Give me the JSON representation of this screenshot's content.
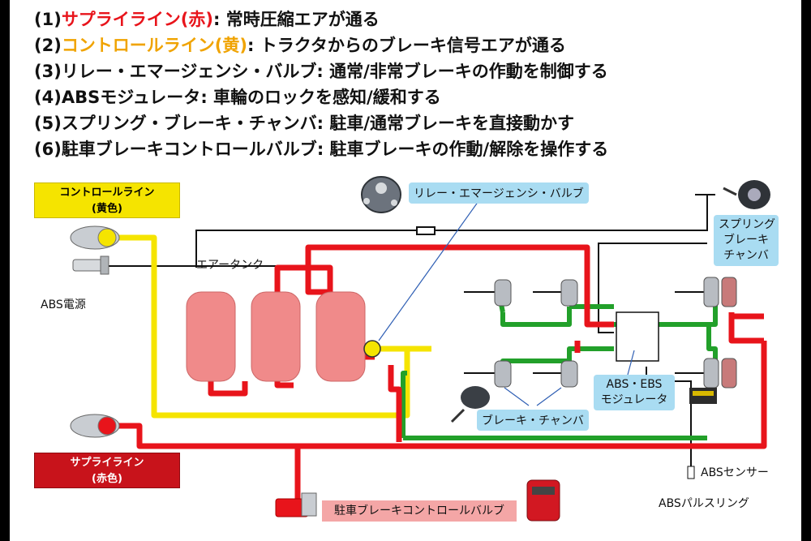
{
  "legend": [
    {
      "num": "(1)",
      "name": "サプライライン(赤)",
      "name_color": "#e8141b",
      "desc": ": 常時圧縮エアが通る"
    },
    {
      "num": "(2)",
      "name": "コントロールライン(黄)",
      "name_color": "#f0a300",
      "desc": ": トラクタからのブレーキ信号エアが通る"
    },
    {
      "num": "(3)",
      "name": "リレー・エマージェンシ・バルブ",
      "name_color": "#111111",
      "desc": ": 通常/非常ブレーキの作動を制御する"
    },
    {
      "num": "(4)",
      "name": "ABSモジュレータ",
      "name_color": "#111111",
      "desc": ": 車輪のロックを感知/緩和する"
    },
    {
      "num": "(5)",
      "name": "スプリング・ブレーキ・チャンバ",
      "name_color": "#111111",
      "desc": ": 駐車/通常ブレーキを直接動かす"
    },
    {
      "num": "(6)",
      "name": "駐車ブレーキコントロールバルブ",
      "name_color": "#111111",
      "desc": ": 駐車ブレーキの作動/解除を操作する"
    }
  ],
  "labels": {
    "control_line_line1": "コントロールライン",
    "control_line_line2": "(黄色)",
    "supply_line_line1": "サプライライン",
    "supply_line_line2": "(赤色)",
    "abs_power": "ABS電源",
    "air_tank": "エアータンク",
    "relay_valve": "リレー・エマージェンシ・バルブ",
    "spring_chamber_1": "スプリング",
    "spring_chamber_2": "ブレーキ",
    "spring_chamber_3": "チャンバ",
    "abs_ebs_1": "ABS・EBS",
    "abs_ebs_2": "モジュレータ",
    "brake_chamber": "ブレーキ・チャンバ",
    "abs_sensor": "ABSセンサー",
    "abs_pulse_ring": "ABSパルスリング",
    "parking_valve": "駐車ブレーキコントロールバルブ"
  },
  "colors": {
    "supply": "#e8141b",
    "control": "#f5e400",
    "brake": "#22a02a",
    "wire": "#111111",
    "tank": "#f08a8a",
    "callout": "#a9dcf2",
    "control_box": "#f5e400",
    "supply_box": "#c8131b"
  }
}
